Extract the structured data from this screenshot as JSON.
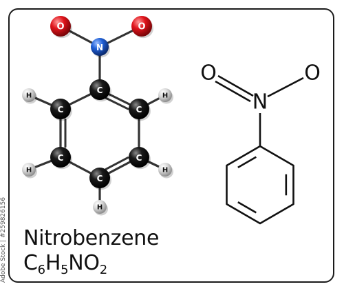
{
  "molecule": {
    "name": "Nitrobenzene",
    "formula_parts": {
      "c": "C",
      "c_count": "6",
      "h": "H",
      "h_count": "5",
      "n": "N",
      "o": "O",
      "o_count": "2"
    }
  },
  "ball_and_stick": {
    "atoms": [
      {
        "id": "o1",
        "element": "O",
        "label": "O",
        "color": "#e0141b"
      },
      {
        "id": "o2",
        "element": "O",
        "label": "O",
        "color": "#e0141b"
      },
      {
        "id": "n1",
        "element": "N",
        "label": "N",
        "color": "#1f5fd6"
      },
      {
        "id": "c1",
        "element": "C",
        "label": "C",
        "color": "#111111"
      },
      {
        "id": "c2",
        "element": "C",
        "label": "C",
        "color": "#111111"
      },
      {
        "id": "c3",
        "element": "C",
        "label": "C",
        "color": "#111111"
      },
      {
        "id": "c4",
        "element": "C",
        "label": "C",
        "color": "#111111"
      },
      {
        "id": "c5",
        "element": "C",
        "label": "C",
        "color": "#111111"
      },
      {
        "id": "c6",
        "element": "C",
        "label": "C",
        "color": "#111111"
      },
      {
        "id": "h1",
        "element": "H",
        "label": "H",
        "color": "#cfcfcf"
      },
      {
        "id": "h2",
        "element": "H",
        "label": "H",
        "color": "#cfcfcf"
      },
      {
        "id": "h3",
        "element": "H",
        "label": "H",
        "color": "#cfcfcf"
      },
      {
        "id": "h4",
        "element": "H",
        "label": "H",
        "color": "#cfcfcf"
      },
      {
        "id": "h5",
        "element": "H",
        "label": "H",
        "color": "#cfcfcf"
      }
    ],
    "bonds": [
      {
        "a": "n1",
        "b": "o1",
        "order": 1
      },
      {
        "a": "n1",
        "b": "o2",
        "order": 1
      },
      {
        "a": "n1",
        "b": "c1",
        "order": 1
      },
      {
        "a": "c1",
        "b": "c2",
        "order": 1
      },
      {
        "a": "c1",
        "b": "c6",
        "order": 2
      },
      {
        "a": "c2",
        "b": "c3",
        "order": 2
      },
      {
        "a": "c3",
        "b": "c4",
        "order": 1
      },
      {
        "a": "c4",
        "b": "c5",
        "order": 2
      },
      {
        "a": "c5",
        "b": "c6",
        "order": 1
      },
      {
        "a": "c6",
        "b": "h1",
        "order": 1
      },
      {
        "a": "c2",
        "b": "h2",
        "order": 1
      },
      {
        "a": "c3",
        "b": "h3",
        "order": 1
      },
      {
        "a": "c5",
        "b": "h4",
        "order": 1
      },
      {
        "a": "c4",
        "b": "h5",
        "order": 1
      }
    ]
  },
  "skeletal": {
    "atom_labels": [
      {
        "id": "so1",
        "label": "O"
      },
      {
        "id": "sn",
        "label": "N"
      },
      {
        "id": "so2",
        "label": "O"
      }
    ],
    "bonds": [
      {
        "a": "so1",
        "b": "sn",
        "order": 2
      },
      {
        "a": "sn",
        "b": "so2",
        "order": 1
      }
    ]
  },
  "watermark": {
    "credit": "Adobe Stock | #259826156"
  },
  "colors": {
    "frame": "#1a1a1a",
    "oxygen": "#e0141b",
    "nitrogen": "#1f5fd6",
    "carbon": "#111111",
    "hydrogen": "#cfcfcf",
    "bond": "#333333"
  }
}
